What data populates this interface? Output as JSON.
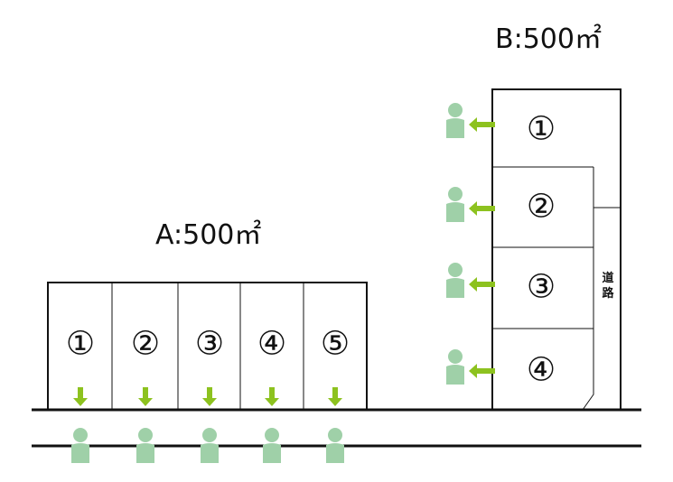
{
  "lot_a": {
    "title": "A:500㎡",
    "plots": [
      "①",
      "②",
      "③",
      "④",
      "⑤"
    ]
  },
  "lot_b": {
    "title": "B:500㎡",
    "plots": [
      "①",
      "②",
      "③",
      "④"
    ],
    "road_label_1": "道",
    "road_label_2": "路"
  },
  "colors": {
    "arrow": "#8dc21f",
    "person": "#9fd0a8",
    "line": "#111111"
  }
}
